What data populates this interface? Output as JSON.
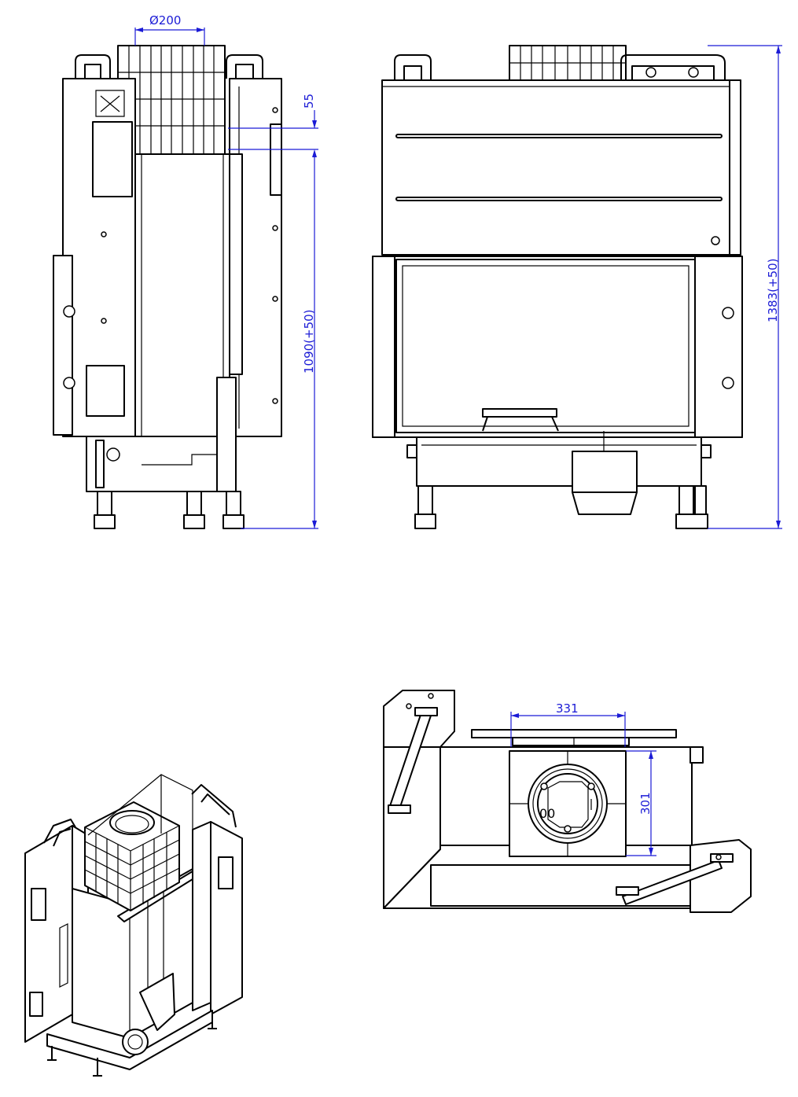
{
  "dimensions": {
    "flue_diameter": "Ø200",
    "top_offset": "55",
    "side_height": "1090(+50)",
    "front_height": "1383(+50)",
    "top_width": "331",
    "top_depth": "301",
    "flue_partial": "00"
  },
  "colors": {
    "dimension_line": "#1b1bd6",
    "outline": "#000000",
    "background": "#ffffff"
  }
}
